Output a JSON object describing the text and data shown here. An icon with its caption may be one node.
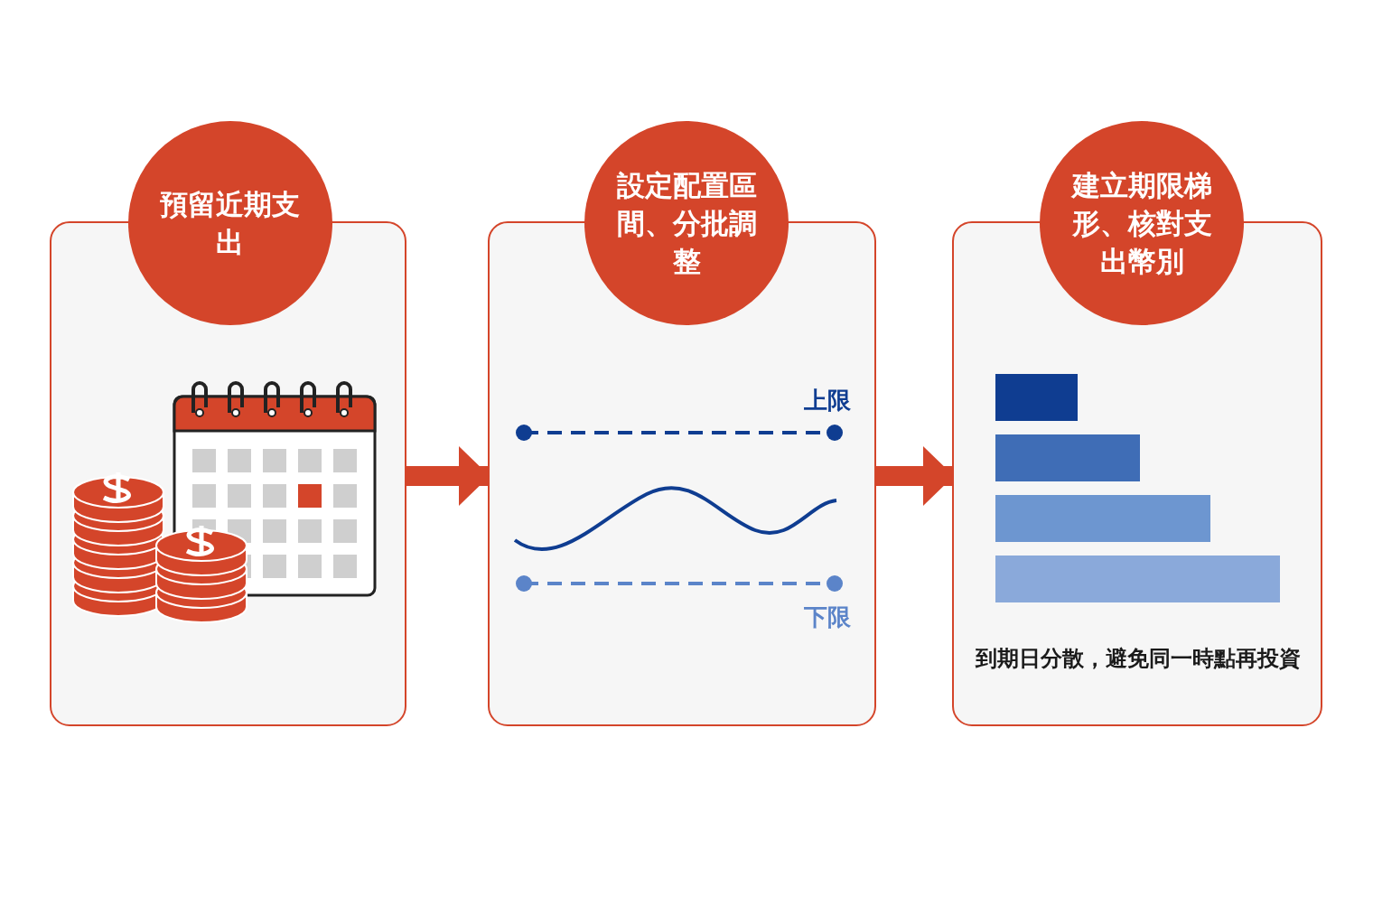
{
  "diagram": {
    "nodes": [
      {
        "text": [
          "預留近期支出"
        ]
      },
      {
        "text": [
          "設定配置區間、分批調整"
        ]
      },
      {
        "text": [
          "建立期限梯形、核對支出幣別",
          "到期日分散，避免同一時點再投資"
        ]
      }
    ],
    "edges": [
      {
        "from": 0,
        "to": 1,
        "arrow": "to"
      },
      {
        "from": 1,
        "to": 2,
        "arrow": "to"
      }
    ],
    "labels": [
      "上限",
      "下限"
    ]
  }
}
